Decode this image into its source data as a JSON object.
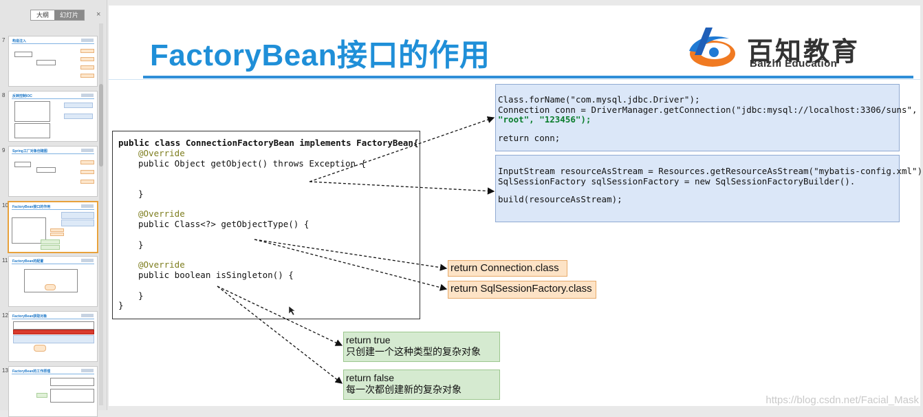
{
  "sidebar": {
    "view_tabs": [
      "大纲",
      "幻灯片"
    ],
    "active_view": "幻灯片",
    "close_glyph": "×",
    "thumbnails": [
      {
        "number": "7",
        "title": "构造注入"
      },
      {
        "number": "8",
        "title": "反转控制IOC"
      },
      {
        "number": "9",
        "title": "Spring工厂对象创建图"
      },
      {
        "number": "10",
        "title": "FactoryBean接口的作用",
        "selected": true
      },
      {
        "number": "11",
        "title": "FactoryBean的配置"
      },
      {
        "number": "12",
        "title": "FactoryBean获取对象"
      },
      {
        "number": "13",
        "title": "FactoryBean的工作原理"
      }
    ]
  },
  "slide": {
    "title": "FactoryBean接口的作用",
    "logo": {
      "cn": "百知教育",
      "en": "Baizhi Education",
      "icon": "baizhi-swirl-logo-icon"
    },
    "code": [
      "public class ConnectionFactoryBean implements FactoryBean{",
      "@Override",
      "public Object getObject() throws Exception {",
      "}",
      "@Override",
      "public Class<?> getObjectType() {",
      "}",
      "@Override",
      "public boolean isSingleton() {",
      "}",
      "}"
    ],
    "notes": {
      "connection": [
        "Class.forName(\"com.mysql.jdbc.Driver\");",
        "Connection conn = DriverManager.getConnection(\"jdbc:mysql://localhost:3306/suns\",",
        "\"root\", \"123456\");",
        "return conn;"
      ],
      "sqlsession": [
        "InputStream resourceAsStream = Resources.getResourceAsStream(\"mybatis-config.xml\");",
        "SqlSessionFactory sqlSessionFactory = new SqlSessionFactoryBuilder().",
        "build(resourceAsStream);"
      ]
    },
    "return_connection": "return Connection.class",
    "return_sqlsession": "return SqlSessionFactory.class",
    "return_true": [
      "return true",
      "只创建一个这种类型的复杂对象"
    ],
    "return_false": [
      "return false",
      "每一次都创建新的复杂对象"
    ]
  },
  "watermark": "https://blog.csdn.net/Facial_Mask",
  "colors": {
    "title_blue": "#1f8fd8",
    "note_blue": "#dbe7f8",
    "note_orange": "#fde3c6",
    "note_green": "#d5ead0",
    "selected_border": "#e8a13a"
  }
}
